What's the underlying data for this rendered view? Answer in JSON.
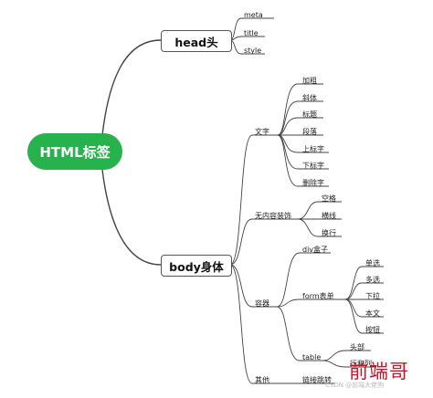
{
  "root": "HTML标签",
  "head": {
    "label": "head头",
    "children": [
      "meta",
      "title",
      "style"
    ]
  },
  "body": {
    "label": "body身体",
    "text_group": {
      "label": "文字",
      "items": [
        "加粗",
        "斜体",
        "标题",
        "段落",
        "上标字",
        "下标字",
        "删除字"
      ]
    },
    "decor_group": {
      "label": "无内容装饰",
      "items": [
        "空格",
        "横线",
        "换行"
      ]
    },
    "container_group": {
      "label": "容器",
      "div": "div盒子",
      "form": {
        "label": "form表单",
        "items": [
          "单选",
          "多选",
          "下拉",
          "本文",
          "按钮"
        ]
      },
      "table": {
        "label": "table",
        "items": [
          "头部",
          "行和列"
        ]
      }
    },
    "other_group": {
      "label": "其他",
      "items": [
        "链接跳转"
      ]
    }
  },
  "watermark": {
    "text": "前端哥",
    "sub": "CSDN @前端大佬狗"
  },
  "colors": {
    "root": "#28b24e",
    "line": "#444444",
    "watermark": "#c0182a"
  }
}
